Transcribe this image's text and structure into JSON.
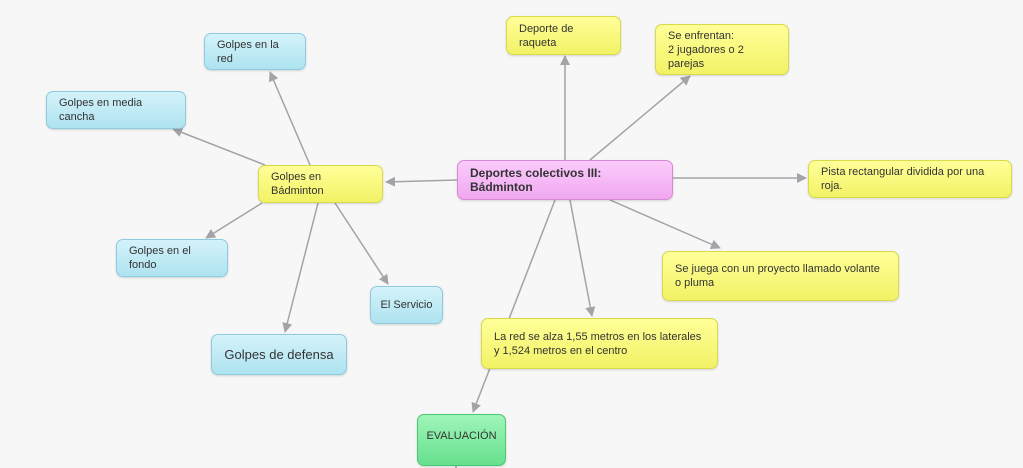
{
  "central": "Deportes colectivos III: Bádminton",
  "nodes": {
    "raqueta": "Deporte de raqueta",
    "enfrentan_1": "Se enfrentan:",
    "enfrentan_2": "2 jugadores o 2 parejas",
    "pista": "Pista rectangular dividida por una roja.",
    "volante": "Se juega con un proyecto llamado volante o pluma",
    "red": "La red se alza 1,55 metros en los laterales y 1,524 metros en el centro",
    "evaluacion": "EVALUACIÓN",
    "golpes": "Golpes en Bádminton",
    "golpes_red": "Golpes en la red",
    "golpes_media": "Golpes en media cancha",
    "golpes_fondo": "Golpes en el fondo",
    "servicio": "El Servicio",
    "defensa": "Golpes de defensa"
  },
  "colors": {
    "concept": "#ffff99",
    "subtopic": "#aee3f0",
    "root": "#f0a8f0",
    "evaluation": "#66e08e",
    "edge": "#a3a3a8"
  }
}
